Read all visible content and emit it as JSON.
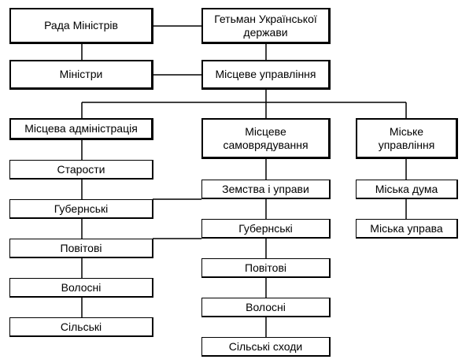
{
  "diagram": {
    "rada_ministriv": "Рада Міністрів",
    "hetman": "Гетьман Української держави",
    "ministry": "Міністри",
    "local_government": "Місцеве управління",
    "local_administration": "Місцева адміністрація",
    "local_self_government": "Місцеве самоврядування",
    "city_government": "Міське управління",
    "starosty": "Старости",
    "zemstva": "Земства і управи",
    "city_duma": "Міська дума",
    "city_uprava": "Міська управа",
    "admin_levels": [
      "Губернські",
      "Повітові",
      "Волосні",
      "Сільські"
    ],
    "self_gov_levels": [
      "Губернські",
      "Повітові",
      "Волосні",
      "Сільські сходи"
    ]
  }
}
